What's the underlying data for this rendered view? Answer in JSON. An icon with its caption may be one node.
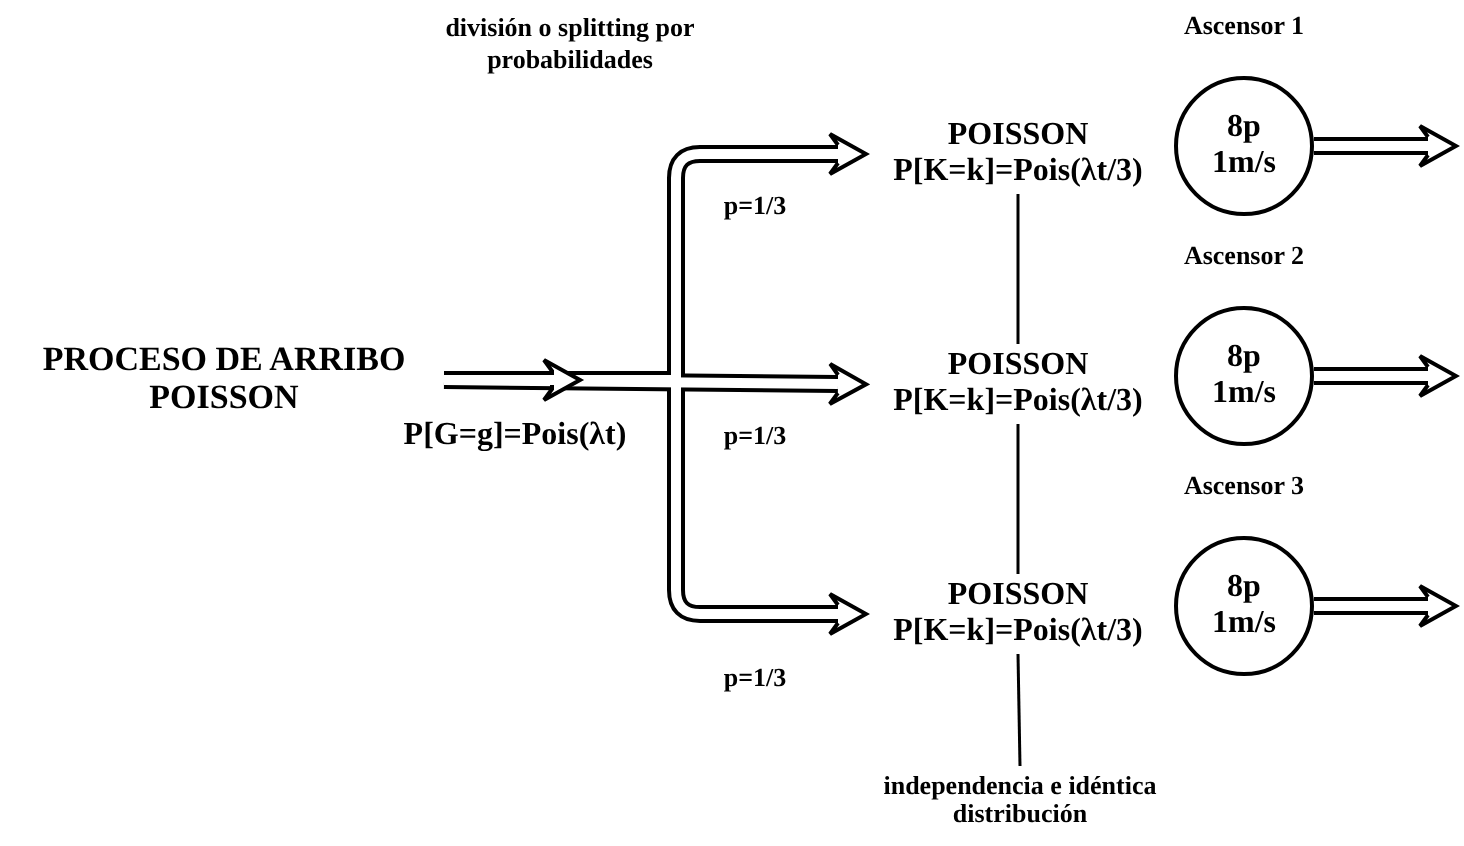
{
  "diagram": {
    "nodes": [
      {
        "text": [
          "PROCESO DE ARRIBO POISSON"
        ]
      },
      {
        "text": [
          "POISSON",
          "P[K=k]=Pois(λt/3)"
        ]
      },
      {
        "text": [
          "POISSON",
          "P[K=k]=Pois(λt/3)"
        ]
      },
      {
        "text": [
          "POISSON",
          "P[K=k]=Pois(λt/3)"
        ]
      },
      {
        "text": [
          "8p 1m/s"
        ],
        "beside": [
          "Ascensor 1"
        ]
      },
      {
        "text": [
          "8p 1m/s"
        ],
        "beside": [
          "Ascensor 2"
        ]
      },
      {
        "text": [
          "8p 1m/s"
        ],
        "beside": [
          "Ascensor 3"
        ]
      },
      {
        "text": [
          "independencia e idéntica distribución"
        ]
      }
    ],
    "edges": [
      {
        "from": 0,
        "to": 1,
        "arrow": "to",
        "label": "p=1/3"
      },
      {
        "from": 0,
        "to": 2,
        "arrow": "to",
        "label": "p=1/3"
      },
      {
        "from": 0,
        "to": 3,
        "arrow": "to",
        "label": "p=1/3"
      },
      {
        "from": 1,
        "to": 2,
        "arrow": "none"
      },
      {
        "from": 2,
        "to": 3,
        "arrow": "none"
      },
      {
        "from": 3,
        "to": 7,
        "arrow": "none"
      },
      {
        "from": 4,
        "to": null,
        "arrow": "to"
      },
      {
        "from": 5,
        "to": null,
        "arrow": "to"
      },
      {
        "from": 6,
        "to": null,
        "arrow": "to"
      }
    ],
    "labels": [
      "división o splitting por probabilidades",
      "P[G=g]=Pois(λt)"
    ]
  }
}
